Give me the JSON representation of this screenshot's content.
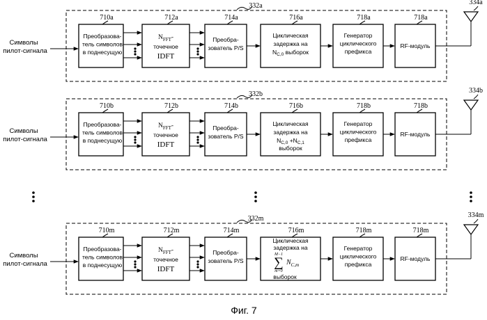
{
  "figure_caption": "Фиг. 7",
  "input_label": [
    "Символы",
    "пилот-сигнала"
  ],
  "block_texts": {
    "mapper": [
      "Преобразова-",
      "тель символов",
      "в поднесущую"
    ],
    "idft_prefix": "N",
    "idft_sub": "FFT",
    "idft_dash": "-",
    "idft_l2": "точечное",
    "idft_l3": "IDFT",
    "ps": [
      "Преобра-",
      "зователь P/S"
    ],
    "cp": [
      "Генератор",
      "циклического",
      "префикса"
    ],
    "rf": "RF-модуль"
  },
  "vdots": "⋮",
  "chains": [
    {
      "module_ref": "332a",
      "antenna_ref": "334a",
      "refs": [
        "710a",
        "712a",
        "714a",
        "716a",
        "718a",
        "718a"
      ],
      "delay": {
        "lines": [
          "Циклическая",
          "задержка на"
        ],
        "formula": [
          {
            "t": "N"
          },
          {
            "t": "C,0",
            "sub": true
          },
          {
            "t": " выборок"
          }
        ],
        "formula2": []
      }
    },
    {
      "module_ref": "332b",
      "antenna_ref": "334b",
      "refs": [
        "710b",
        "712b",
        "714b",
        "716b",
        "718b",
        "718b"
      ],
      "delay": {
        "lines": [
          "Циклическая",
          "задержка на"
        ],
        "formula": [
          {
            "t": "N"
          },
          {
            "t": "C,0",
            "sub": true
          },
          {
            "t": " +N"
          },
          {
            "t": "C,1",
            "sub": true
          }
        ],
        "formula2": [
          "выборок"
        ]
      }
    },
    {
      "module_ref": "332m",
      "antenna_ref": "334m",
      "refs": [
        "710m",
        "712m",
        "714m",
        "716m",
        "718m",
        "718m"
      ],
      "delay": {
        "lines": [
          "Циклическая",
          "задержка на"
        ],
        "sum_upper": "M−1",
        "sum_symbol": "∑",
        "sum_lower": "m=0",
        "sum_term": "N",
        "sum_term_sub": "C,m",
        "formula2": [
          "выборок"
        ]
      }
    }
  ]
}
